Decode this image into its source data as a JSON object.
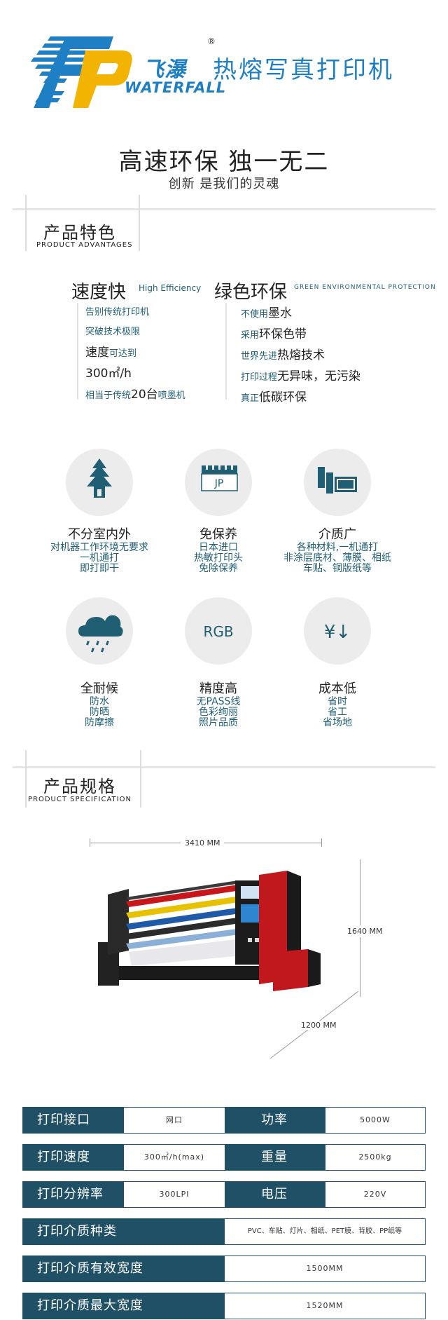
{
  "brand": {
    "name_cn": "飞瀑",
    "name_en": "WATERFALL",
    "reg_mark": "®",
    "product_title": "热熔写真打印机"
  },
  "slogan": {
    "main": "高速环保 独一无二",
    "sub": "创新 是我们的灵魂"
  },
  "section_advantages": {
    "title": "产品特色",
    "subtitle": "PRODUCT ADVANTAGES"
  },
  "feature_speed": {
    "head": "速度快",
    "en": "High Efficiency",
    "line1": "告别传统打印机",
    "line2": "突破技术极限",
    "line3_big": "速度",
    "line3_small": "可达到",
    "line4": "300㎡/h",
    "line5_small": "相当于传统",
    "line5_big": "20台",
    "line5_tail": "喷墨机"
  },
  "feature_green": {
    "head": "绿色环保",
    "en": "GREEN ENVIRONMENTAL PROTECTION",
    "l1_small": "不使用",
    "l1_big": "墨水",
    "l2_small": "采用",
    "l2_big": "环保色带",
    "l3_small": "世界先进",
    "l3_big": "热熔技术",
    "l4_small": "打印过程",
    "l4_big": "无异味，无污染",
    "l5_small": "真正",
    "l5_big": "低碳环保"
  },
  "icons": [
    {
      "icon": "tree-icon",
      "title": "不分室内外",
      "desc": [
        "对机器工作环境无要求",
        "一机通打",
        "即打即干"
      ]
    },
    {
      "icon": "jp-badge-icon",
      "badge": "JP",
      "title": "免保养",
      "desc": [
        "日本进口",
        "热敏打印头",
        "免除保养"
      ]
    },
    {
      "icon": "media-stack-icon",
      "title": "介质广",
      "desc": [
        "各种材料,一机通打",
        "非涂层底材、薄膜、相纸",
        "车贴、铜版纸等"
      ]
    },
    {
      "icon": "cloud-rain-icon",
      "title": "全耐候",
      "desc": [
        "防水",
        "防晒",
        "防摩擦"
      ]
    },
    {
      "icon": "rgb-icon",
      "badge": "RGB",
      "title": "精度高",
      "desc": [
        "无PASS线",
        "色彩绚丽",
        "照片品质"
      ]
    },
    {
      "icon": "yen-down-icon",
      "badge": "¥↓",
      "title": "成本低",
      "desc": [
        "省时",
        "省工",
        "省场地"
      ]
    }
  ],
  "section_spec": {
    "title": "产品规格",
    "subtitle": "PRODUCT SPECIFICATION"
  },
  "dimensions": {
    "width": "3410 MM",
    "height": "1640 MM",
    "depth": "1200 MM"
  },
  "specs": {
    "interface_label": "打印接口",
    "interface_value": "网口",
    "power_label": "功率",
    "power_value": "5000W",
    "speed_label": "打印速度",
    "speed_value": "300㎡/h(max)",
    "weight_label": "重量",
    "weight_value": "2500kg",
    "resolution_label": "打印分辨率",
    "resolution_value": "300LPI",
    "voltage_label": "电压",
    "voltage_value": "220V",
    "media_label": "打印介质种类",
    "media_value": "PVC、车贴、灯片、相纸、PET膜、背胶、PP纸等",
    "eff_width_label": "打印介质有效宽度",
    "eff_width_value": "1500MM",
    "max_width_label": "打印介质最大宽度",
    "max_width_value": "1520MM"
  },
  "colors": {
    "brand_blue": "#1f7fc4",
    "brand_yellow": "#f2b400",
    "spec_header": "#1f5066",
    "accent_teal": "#1f5e73"
  }
}
